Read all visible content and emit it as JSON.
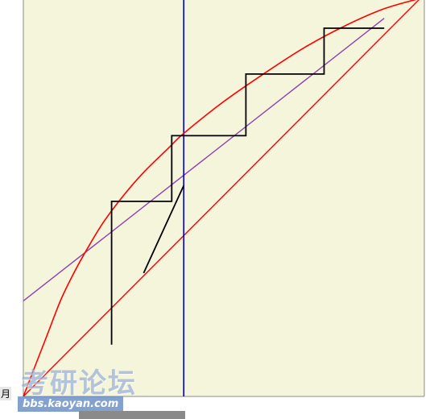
{
  "diagram": {
    "colors": {
      "background": "#f5f5dc",
      "curve": "#ff0000",
      "diagonal": "#ff0000",
      "chord": "#8e44ad",
      "vertical": "#0000cc",
      "steps": "#000000",
      "frame": "#8a8a8a"
    },
    "axes": {
      "xlim": [
        0,
        1
      ],
      "ylim": [
        0,
        1
      ]
    },
    "curve": [
      [
        0.0,
        0.0
      ],
      [
        0.027,
        0.07
      ],
      [
        0.06,
        0.156
      ],
      [
        0.094,
        0.244
      ],
      [
        0.127,
        0.312
      ],
      [
        0.16,
        0.372
      ],
      [
        0.2,
        0.438
      ],
      [
        0.25,
        0.505
      ],
      [
        0.3,
        0.563
      ],
      [
        0.36,
        0.622
      ],
      [
        0.4,
        0.661
      ],
      [
        0.5,
        0.741
      ],
      [
        0.6,
        0.811
      ],
      [
        0.7,
        0.876
      ],
      [
        0.8,
        0.93
      ],
      [
        0.9,
        0.974
      ],
      [
        0.99,
        1.0
      ]
    ],
    "diagonal": [
      [
        0.0,
        0.0
      ],
      [
        0.99,
        1.0
      ]
    ],
    "chord": [
      [
        0.0,
        0.24
      ],
      [
        0.9,
        0.95
      ]
    ],
    "vertical_x": 0.4,
    "staircase": [
      [
        0.22,
        0.13
      ],
      [
        0.22,
        0.49
      ],
      [
        0.37,
        0.49
      ],
      [
        0.37,
        0.655
      ],
      [
        0.555,
        0.655
      ],
      [
        0.555,
        0.81
      ],
      [
        0.75,
        0.81
      ],
      [
        0.75,
        0.925
      ],
      [
        0.9,
        0.925
      ]
    ],
    "slanted_segment": [
      [
        0.3,
        0.31
      ],
      [
        0.4,
        0.53
      ]
    ]
  },
  "watermark": {
    "title": "考研论坛",
    "url": "bbs.kaoyan.com"
  },
  "edge_text": "月"
}
